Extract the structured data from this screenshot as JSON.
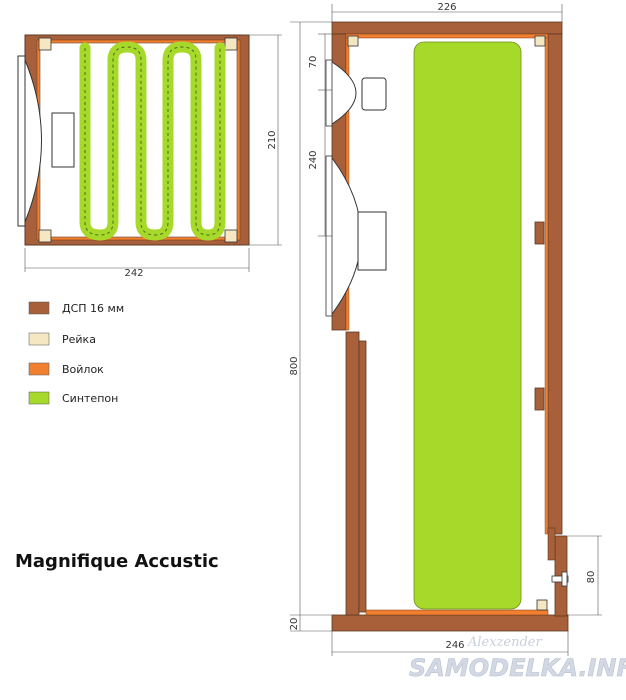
{
  "title": "Magnifique Accustic",
  "colors": {
    "dsp": "#a8603a",
    "rail": "#f4e7c1",
    "felt": "#f07f2f",
    "sintepon": "#a7d92b"
  },
  "legend": [
    {
      "label": "ДСП 16 мм",
      "color_key": "dsp"
    },
    {
      "label": "Рейка",
      "color_key": "rail"
    },
    {
      "label": "Войлок",
      "color_key": "felt"
    },
    {
      "label": "Синтепон",
      "color_key": "sintepon"
    }
  ],
  "top_view": {
    "dim_width": "242",
    "dim_depth": "210"
  },
  "side_view": {
    "dim_top": "226",
    "dim_bottom": "246",
    "dim_height": "800",
    "dim_70": "70",
    "dim_240": "240",
    "dim_80": "80",
    "dim_20": "20"
  },
  "watermark": {
    "line1": "Alexzender",
    "line2": "SAMODELKA.INFO"
  }
}
